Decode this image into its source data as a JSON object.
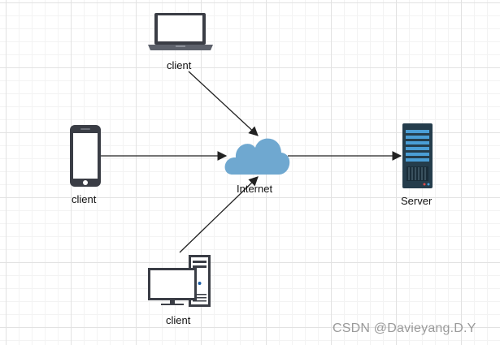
{
  "nodes": {
    "laptop_client": {
      "label": "client",
      "icon": "laptop-icon"
    },
    "phone_client": {
      "label": "client",
      "icon": "smartphone-icon"
    },
    "desktop_client": {
      "label": "client",
      "icon": "desktop-computer-icon"
    },
    "internet": {
      "label": "Internet",
      "icon": "cloud-icon"
    },
    "server": {
      "label": "Server",
      "icon": "server-rack-icon"
    }
  },
  "edges": [
    {
      "from": "laptop_client",
      "to": "internet"
    },
    {
      "from": "phone_client",
      "to": "internet"
    },
    {
      "from": "desktop_client",
      "to": "internet"
    },
    {
      "from": "internet",
      "to": "server"
    }
  ],
  "watermark": "CSDN @Davieyang.D.Y",
  "colors": {
    "cloud": "#6fa8d0",
    "device_dark": "#3a3d45",
    "server_dark": "#253d4c",
    "server_accent": "#4a9ed6",
    "arrow": "#222222",
    "screen_white": "#ffffff"
  }
}
